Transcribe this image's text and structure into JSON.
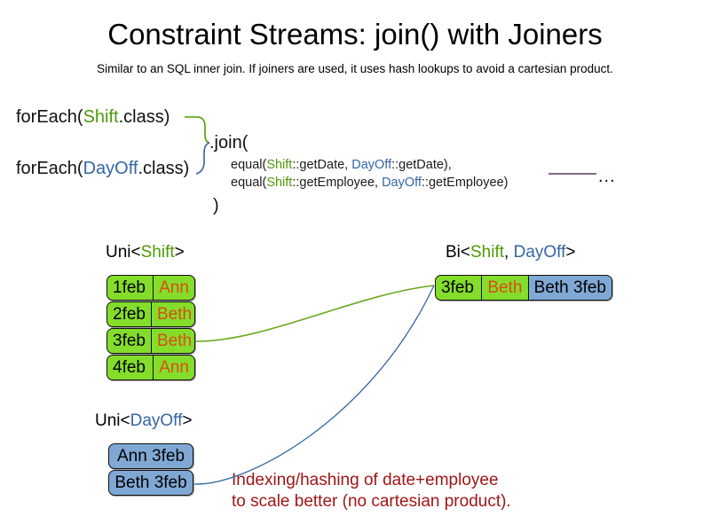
{
  "slide": {
    "title": "Constraint Streams: join() with Joiners",
    "subtitle": "Similar to an SQL inner join. If joiners are used, it uses hash lookups to avoid a cartesian product."
  },
  "code": {
    "foreach_shift": {
      "prefix": "forEach(",
      "type": "Shift",
      "suffix": ".class)"
    },
    "foreach_dayoff": {
      "prefix": "forEach(",
      "type": "DayOff",
      "suffix": ".class)"
    },
    "join_open": ".join(",
    "join_close": ")",
    "joiners": [
      {
        "prefix": "equal(",
        "left_type": "Shift",
        "left_method": "::getDate, ",
        "right_type": "DayOff",
        "right_method": "::getDate),"
      },
      {
        "prefix": "equal(",
        "left_type": "Shift",
        "left_method": "::getEmployee, ",
        "right_type": "DayOff",
        "right_method": "::getEmployee)"
      }
    ],
    "ellipsis": "..."
  },
  "streams": {
    "uni_shift": {
      "label_prefix": "Uni<",
      "label_type": "Shift",
      "label_suffix": ">",
      "rows": [
        {
          "date": "1feb",
          "employee": "Ann"
        },
        {
          "date": "2feb",
          "employee": "Beth"
        },
        {
          "date": "3feb",
          "employee": "Beth"
        },
        {
          "date": "4feb",
          "employee": "Ann"
        }
      ]
    },
    "uni_dayoff": {
      "label_prefix": "Uni<",
      "label_type": "DayOff",
      "label_suffix": ">",
      "rows": [
        {
          "text": "Ann 3feb"
        },
        {
          "text": "Beth 3feb"
        }
      ]
    },
    "bi": {
      "label_prefix": "Bi<",
      "label_type_a": "Shift",
      "label_comma": ", ",
      "label_type_b": "DayOff",
      "label_suffix": ">",
      "row": {
        "date": "3feb",
        "employee": "Beth",
        "pair": "Beth 3feb"
      }
    }
  },
  "note": {
    "line1": "Indexing/hashing of date+employee",
    "line2": "to scale better (no cartesian product)."
  },
  "colors": {
    "shift_green": "#4e9a06",
    "dayoff_blue": "#3465a4",
    "box_green": "#84dd2b",
    "box_blue": "#7fa8d4",
    "employee_orange": "#d94d12",
    "note_red": "#a01616",
    "divider_purple": "#5c3566"
  }
}
